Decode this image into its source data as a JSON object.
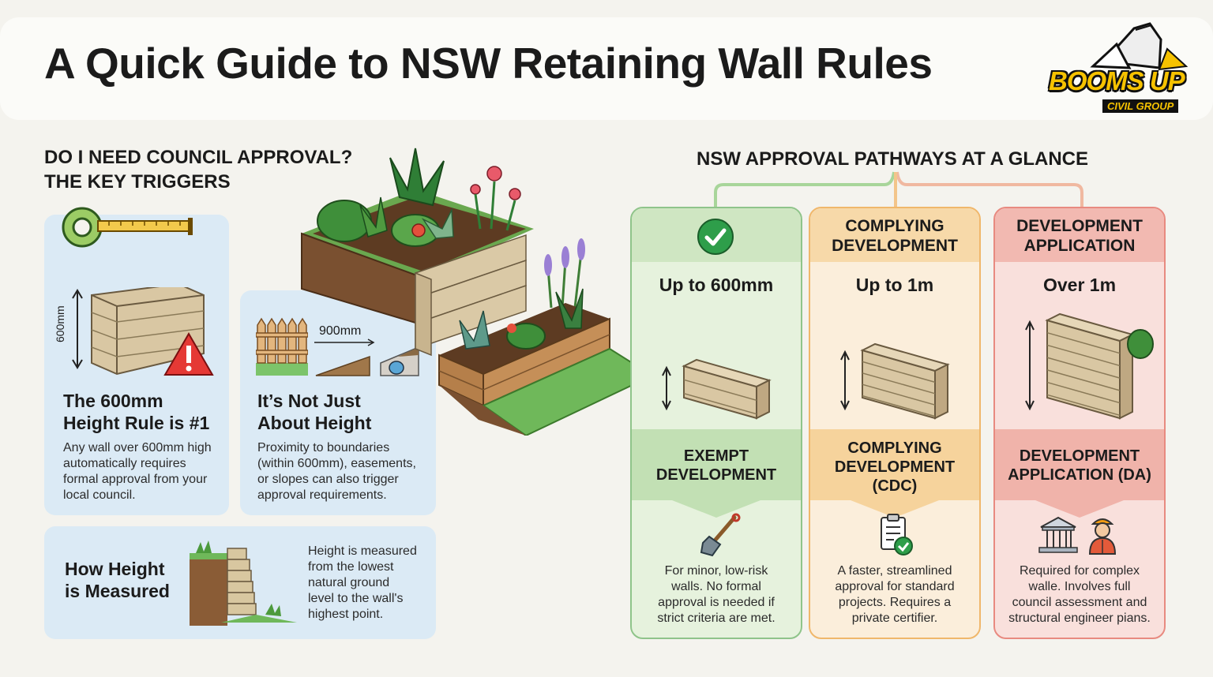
{
  "title": "A Quick Guide to NSW Retaining Wall Rules",
  "logo": {
    "line1": "BOOMS UP",
    "line2": "CIVIL GROUP"
  },
  "left_section": {
    "heading_line1": "DO I NEED COUNCIL APPROVAL?",
    "heading_line2": "THE KEY TRIGGERS",
    "card_height_rule": {
      "measure_label": "600mm",
      "title_line1": "The 600mm",
      "title_line2": "Height Rule is #1",
      "body": [
        "Any wall over 600mm high",
        "automatically requires",
        "formal approval from your",
        "local council."
      ]
    },
    "card_not_just_height": {
      "measure_label": "900mm",
      "title_line1": "It’s Not Just",
      "title_line2": "About Height",
      "body": [
        "Proximity to boundaries",
        "(within 600mm), easements,",
        "or slopes can also trigger",
        "approval requirements."
      ]
    },
    "card_how_measured": {
      "title_line1": "How Height",
      "title_line2": "is Measured",
      "body": [
        "Height is measured",
        "from the lowest",
        "natural ground",
        "level to the wall's",
        "highest point."
      ]
    }
  },
  "right_section": {
    "heading": "NSW APPROVAL PATHWAYS AT A GLANCE",
    "pathways": [
      {
        "head_lines": [],
        "height": "Up to 600mm",
        "band_lines": [
          "EXEMPT",
          "DEVELOPMENT"
        ],
        "desc": [
          "For minor, low-risk",
          "walls. No formal",
          "approval is needed if",
          "strict criteria are met."
        ],
        "colors": {
          "bg": "#e6f2dd",
          "head": "#cfe6c2",
          "border": "#8fc48a",
          "band": "#c2e0b4"
        }
      },
      {
        "head_lines": [
          "COMPLYING",
          "DEVELOPMENT"
        ],
        "height": "Up to 1m",
        "band_lines": [
          "COMPLYING",
          "DEVELOPMENT",
          "(CDC)"
        ],
        "desc": [
          "A faster, streamlined",
          "approval for standard",
          "projects. Requires a",
          "private certifier."
        ],
        "colors": {
          "bg": "#fbeedb",
          "head": "#f7d9a9",
          "border": "#f0b76b",
          "band": "#f6d39c"
        }
      },
      {
        "head_lines": [
          "DEVELOPMENT",
          "APPLICATION"
        ],
        "height": "Over 1m",
        "band_lines": [
          "DEVELOPMENT",
          "APPLICATION (DA)"
        ],
        "desc": [
          "Required for complex",
          "walle. Involves full",
          "council assessment and",
          "structural engineer pians."
        ],
        "colors": {
          "bg": "#f9e0dc",
          "head": "#f2b9b1",
          "border": "#e88a80",
          "band": "#f0b3aa"
        }
      }
    ]
  },
  "icons": [
    "tape-measure-icon",
    "warning-icon",
    "fence-icon",
    "checkmark-icon",
    "shovel-icon",
    "clipboard-check-icon",
    "government-building-icon",
    "engineer-icon"
  ]
}
